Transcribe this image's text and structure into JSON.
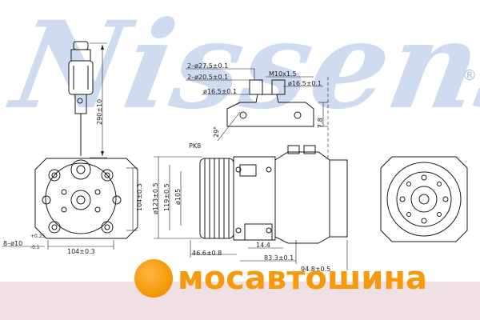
{
  "watermark": {
    "text": "Nissens",
    "registered_mark": "®"
  },
  "brand": {
    "name": "мосавтошина",
    "logo_color": "#f59a0a"
  },
  "dimensions": {
    "connector_length": "290±10",
    "bolt_circle_height": "104±0.3",
    "bolt_circle_width": "104±0.3",
    "mount_holes": "8–ø10",
    "mount_holes_tol_upper": "+0.25",
    "mount_holes_tol_lower": "-0.1",
    "pulley_diam_outer": "ø123±0.5",
    "pulley_diam_mid": "119±0.5",
    "pulley_diam_hub": "ø105",
    "belt": "PK8",
    "port_diam_1": "2–ø27.5±0.1",
    "port_diam_2": "2–ø20.5±0.1",
    "thread": "M10x1.5",
    "port_diam_3": "ø16.5±0.1",
    "port_diam_4": "ø16.5±0.1",
    "port_angle": "29°",
    "port_height": "7.8",
    "pulley_offset": "46.6±0.8",
    "body_length_short": "14.4",
    "body_length": "83.3±0.1",
    "body_length_long": "94.8±0.5"
  },
  "colors": {
    "watermark": "#cfdbef",
    "footer_band": "#efe0e4",
    "lines": "#1a1a1a"
  }
}
